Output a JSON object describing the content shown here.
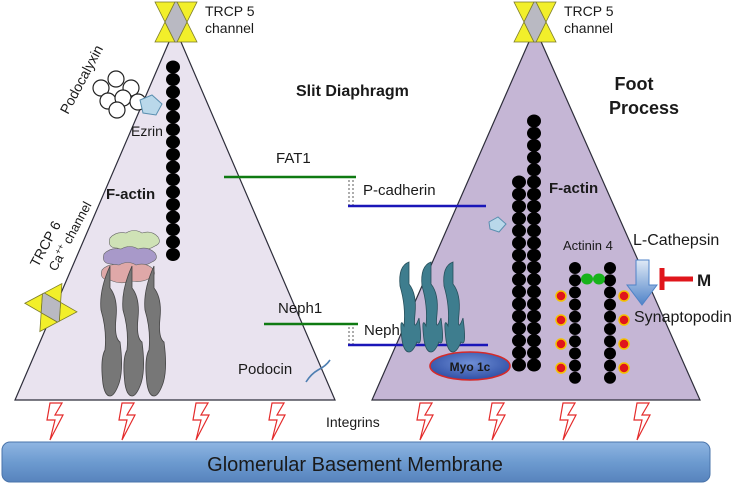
{
  "left_cell": {
    "trcp5_line1": "TRCP 5",
    "trcp5_line2": "channel",
    "podocalyxin": "Podocalyxin",
    "ezrin": "Ezrin",
    "factin": "F-actin",
    "trcp6_line1": "TRCP 6",
    "trcp6_line2": "Ca++ channel",
    "podocin": "Podocin"
  },
  "center": {
    "slit_diaphragm": "Slit Diaphragm",
    "fat1": "FAT1",
    "p_cadherin": "P-cadherin",
    "neph1": "Neph1",
    "nephrin": "Nephrin",
    "integrins": "Integrins"
  },
  "right_cell": {
    "trcp5_line1": "TRCP 5",
    "trcp5_line2": "channel",
    "foot_line1": "Foot",
    "foot_line2": "Process",
    "factin": "F-actin",
    "actinin4": "Actinin 4",
    "l_cathepsin": "L-Cathepsin",
    "m_label": "M",
    "synaptopodin": "Synaptopodin",
    "myo1c": "Myo 1c"
  },
  "membrane": {
    "label": "Glomerular Basement Membrane"
  },
  "colors": {
    "left_cell_fill": "#e9e3ef",
    "right_cell_fill": "#c5b6d5",
    "membrane_fill": "#6d9bd0",
    "channel_yellow": "#f2ef2a",
    "fat1_green": "#0f7a12",
    "cadherin_blue": "#1a16b8",
    "inhibitor_red": "#e0151b",
    "integrin_red": "#e42b2b",
    "myo_fill": "#3c5fb5",
    "myo_border": "#d42a2a"
  }
}
